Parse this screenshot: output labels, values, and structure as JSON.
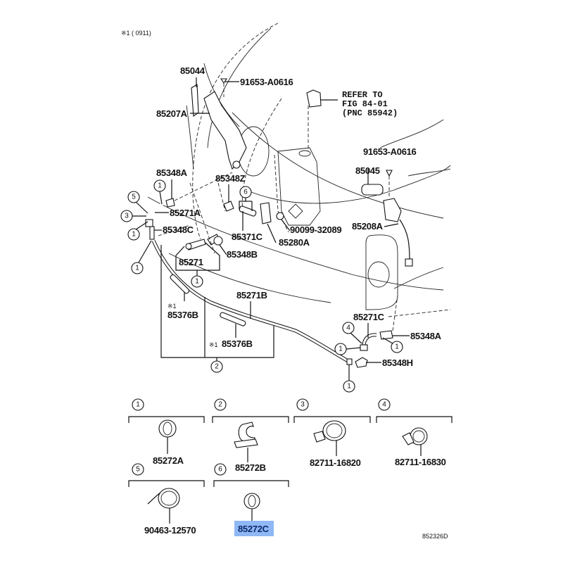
{
  "header_note": "※1 (      0911)",
  "diagram_id": "852326D",
  "highlight_color": "#8fb8f5",
  "callouts": {
    "p85044": "85044",
    "p91653_top": "91653-A0616",
    "refer_line1": "REFER TO",
    "refer_line2": "FIG 84-01",
    "refer_line3": "(PNC 85942)",
    "p85207A": "85207A",
    "p91653_right": "91653-A0616",
    "p85045": "85045",
    "p85348A_left": "85348A",
    "p85348Z": "85348Z",
    "p85271A": "85271A",
    "p85348C": "85348C",
    "p85371C": "85371C",
    "p90099": "90099-32089",
    "p85208A": "85208A",
    "p85280A": "85280A",
    "p85348B": "85348B",
    "p85271": "85271",
    "p85271B": "85271B",
    "mark_a": "※1",
    "p85376B_a": "85376B",
    "mark_b": "※1",
    "p85376B_b": "85376B",
    "p85271C": "85271C",
    "p85348A_right": "85348A",
    "p85348H": "85348H"
  },
  "circle_markers": [
    "1",
    "2",
    "3",
    "4",
    "5",
    "6"
  ],
  "legend": [
    {
      "num": "1",
      "part": "85272A"
    },
    {
      "num": "2",
      "part": "85272B"
    },
    {
      "num": "3",
      "part": "82711-16820"
    },
    {
      "num": "4",
      "part": "82711-16830"
    },
    {
      "num": "5",
      "part": "90463-12570"
    },
    {
      "num": "6",
      "part": "85272C",
      "highlighted": true
    }
  ]
}
